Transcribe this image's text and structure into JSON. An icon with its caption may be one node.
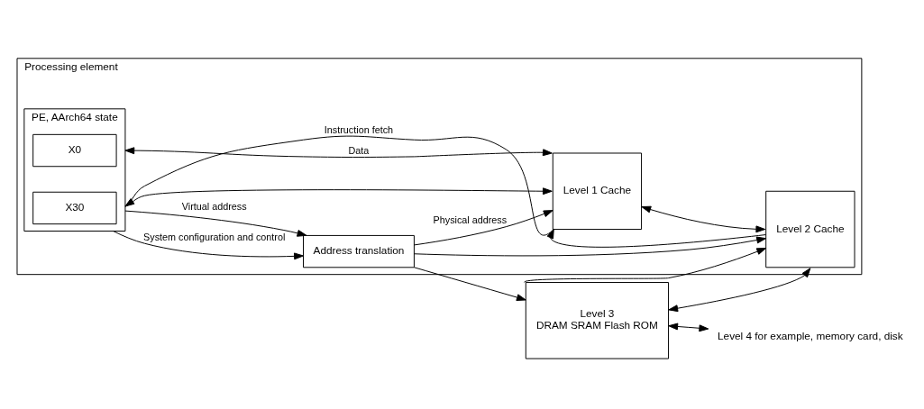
{
  "diagram": {
    "nodes": [
      {
        "text": [
          "Processing element"
        ]
      },
      {
        "text": [
          "Address translation"
        ],
        "in": 0
      },
      {
        "text": [
          "PE, AArch64 state"
        ],
        "in": 0
      },
      {
        "text": [
          "X30"
        ],
        "in": 2
      },
      {
        "text": [
          "X0"
        ],
        "in": 2
      },
      {
        "text": [
          "Level 1 Cache"
        ],
        "in": 0
      },
      {
        "text": [
          "Level 2 Cache"
        ],
        "in": 0
      },
      {
        "text": [
          "Level 3",
          "DRAM SRAM Flash ROM"
        ]
      },
      {
        "text": [
          "Level 4 for example, memory card, disk"
        ]
      }
    ],
    "edges": [
      {
        "from": 2,
        "to": 1,
        "arrow": "to",
        "label": "Virtual address"
      },
      {
        "from": 2,
        "to": 1,
        "arrow": "to",
        "label": "System configuration and control"
      },
      {
        "from": 2,
        "to": 5,
        "arrow": "to"
      },
      {
        "from": 1,
        "to": 5,
        "arrow": "to",
        "label": "Physical address"
      },
      {
        "from": 1,
        "to": 6,
        "arrow": "to"
      },
      {
        "from": 1,
        "to": 7,
        "arrow": "to"
      },
      {
        "from": 7,
        "to": 6,
        "arrow": "to"
      },
      {
        "from": 6,
        "to": 5,
        "arrow": "to"
      },
      {
        "from": 2,
        "to": 5,
        "arrow": "both",
        "label": "Data"
      },
      {
        "from": 5,
        "to": 2,
        "arrow": "to",
        "label": "Instruction fetch"
      },
      {
        "from": 5,
        "to": 6,
        "arrow": "both"
      },
      {
        "from": 6,
        "to": 7,
        "arrow": "both"
      },
      {
        "from": 7,
        "to": 8,
        "arrow": "both"
      }
    ]
  }
}
